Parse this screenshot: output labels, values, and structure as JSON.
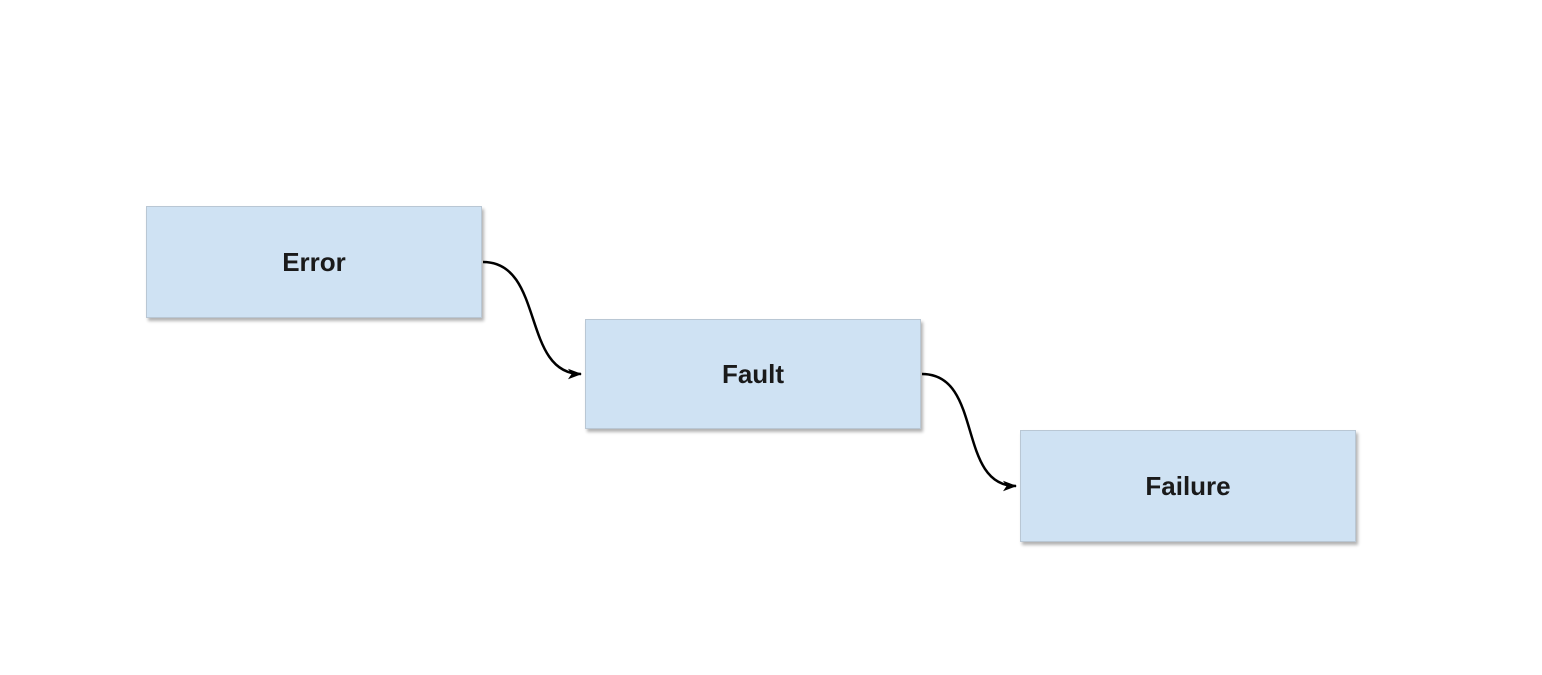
{
  "diagram": {
    "type": "flow",
    "background_color": "#ffffff",
    "node_fill_color": "#cfe2f3",
    "node_border_color": "#b9c7d4",
    "node_text_color": "#1a1a1a",
    "arrow_color": "#000000",
    "nodes": [
      {
        "id": "error",
        "label": "Error"
      },
      {
        "id": "fault",
        "label": "Fault"
      },
      {
        "id": "failure",
        "label": "Failure"
      }
    ],
    "edges": [
      {
        "from": "Error",
        "to": "Fault",
        "style": "curved-arrow"
      },
      {
        "from": "Fault",
        "to": "Failure",
        "style": "curved-arrow"
      }
    ]
  }
}
